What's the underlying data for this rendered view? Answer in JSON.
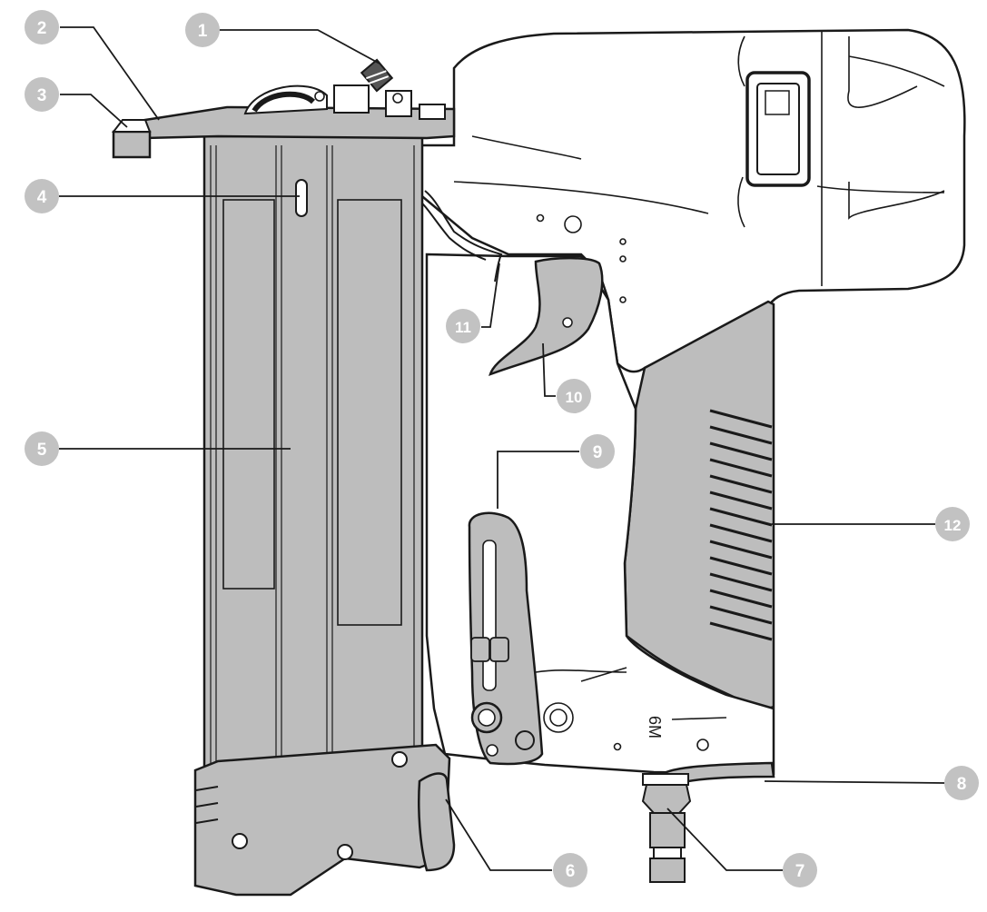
{
  "diagram": {
    "subject": "nail gun parts diagram",
    "colors": {
      "body_fill": "#ffffff",
      "shade_fill": "#bdbdbd",
      "outline": "#1a1a1a",
      "callout_fill": "#c2c2c2",
      "callout_text": "#ffffff"
    },
    "callouts": [
      {
        "id": "1",
        "label": "1"
      },
      {
        "id": "2",
        "label": "2"
      },
      {
        "id": "3",
        "label": "3"
      },
      {
        "id": "4",
        "label": "4"
      },
      {
        "id": "5",
        "label": "5"
      },
      {
        "id": "6",
        "label": "6"
      },
      {
        "id": "7",
        "label": "7"
      },
      {
        "id": "8",
        "label": "8"
      },
      {
        "id": "9",
        "label": "9"
      },
      {
        "id": "10",
        "label": "10"
      },
      {
        "id": "11",
        "label": "11"
      },
      {
        "id": "12",
        "label": "12"
      }
    ],
    "engraved_text": "6M"
  }
}
